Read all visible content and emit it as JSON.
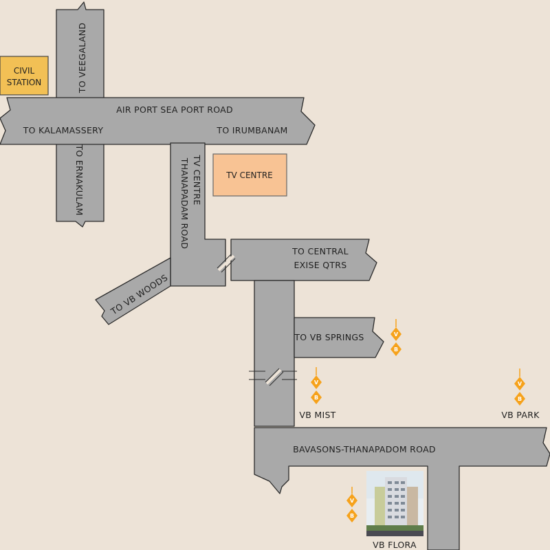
{
  "roads": {
    "airport_seaport": "AIR PORT SEA PORT ROAD",
    "to_kalamassery": "TO KALAMASSERY",
    "to_irumbanam": "TO IRUMBANAM",
    "to_veegaland": "TO VEEGALAND",
    "to_ernakulam": "TO ERNAKULAM",
    "tv_centre_line1": "TV CENTRE",
    "tv_centre_line2": "THANAPADAM ROAD",
    "to_vb_woods": "TO VB WOODS",
    "to_central_line1": "TO CENTRAL",
    "to_central_line2": "EXISE QTRS",
    "to_vb_springs": "TO VB SPRINGS",
    "bavasons": "BAVASONS-THANAPADOM ROAD"
  },
  "landmarks": {
    "civil_station_line1": "CIVIL",
    "civil_station_line2": "STATION",
    "tv_centre": "TV CENTRE"
  },
  "projects": {
    "vb_mist": "VB MIST",
    "vb_park": "VB PARK",
    "vb_flora": "VB FLORA"
  },
  "marker": {
    "top_letter": "V",
    "bottom_letter": "B"
  },
  "colors": {
    "background": "#ede3d7",
    "road": "#a9a9a9",
    "civil_station": "#f2c055",
    "tv_centre": "#f8c394",
    "marker": "#f6a21b"
  }
}
